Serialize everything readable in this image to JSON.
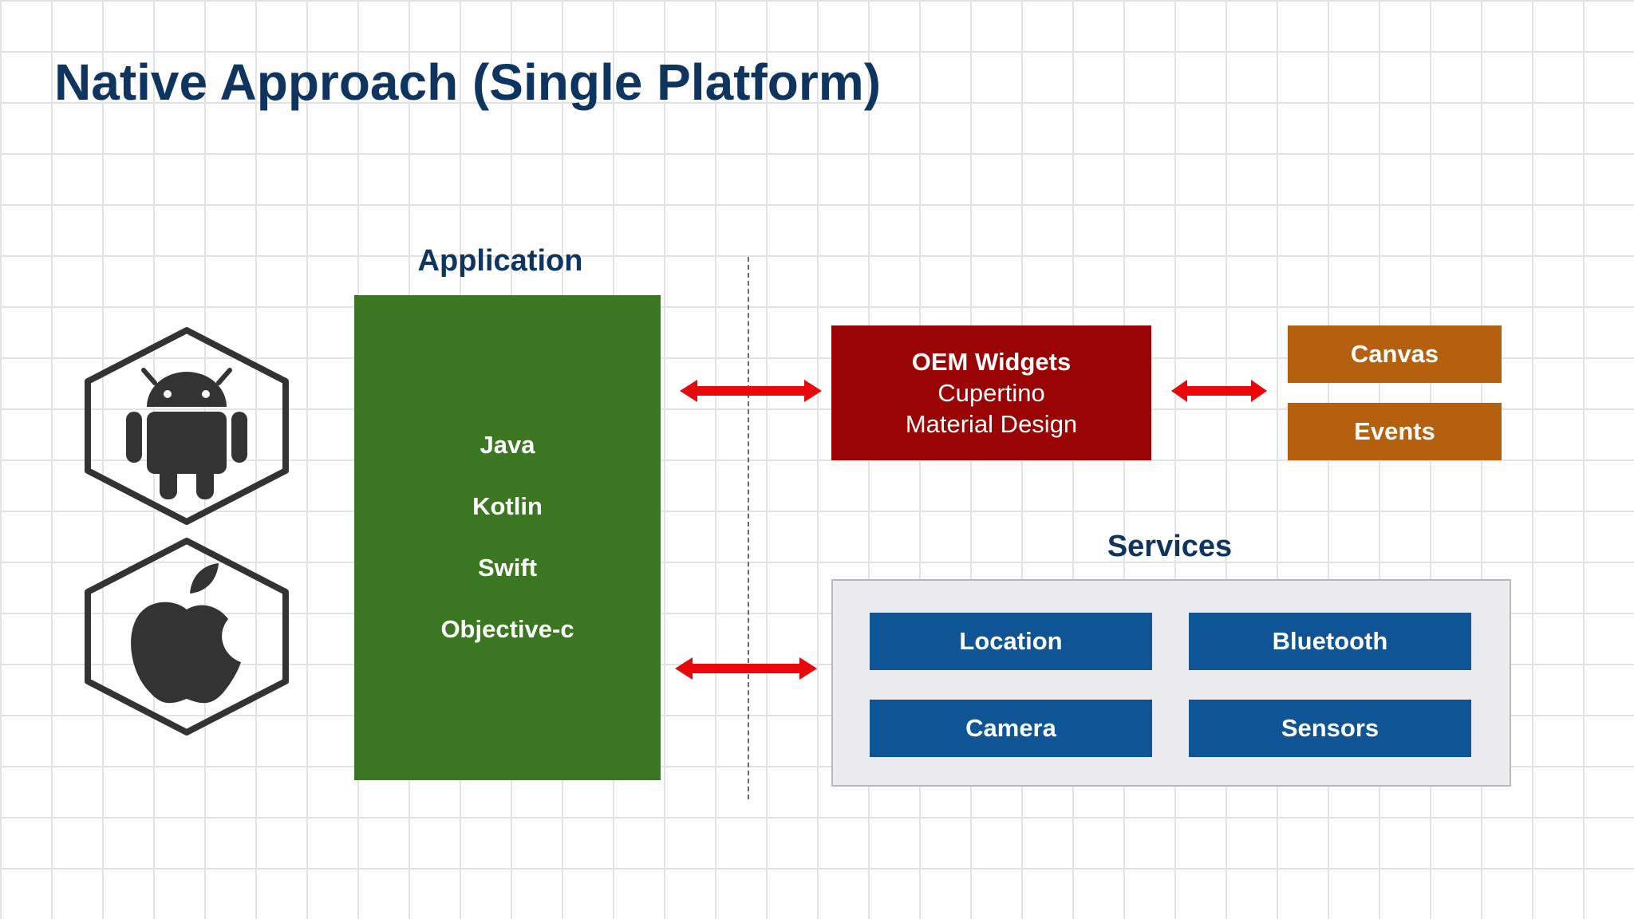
{
  "title": "Native Approach (Single Platform)",
  "application": {
    "label": "Application",
    "languages": [
      "Java",
      "Kotlin",
      "Swift",
      "Objective-c"
    ]
  },
  "widgets": {
    "heading": "OEM Widgets",
    "lines": [
      "Cupertino",
      "Material Design"
    ]
  },
  "rendering": {
    "canvas": "Canvas",
    "events": "Events"
  },
  "services": {
    "label": "Services",
    "items": [
      "Location",
      "Bluetooth",
      "Camera",
      "Sensors"
    ]
  },
  "icons": {
    "platform_top": "android-icon",
    "platform_bottom": "apple-icon",
    "arrows": "double-arrow-icon"
  },
  "colors": {
    "title": "#0e3560",
    "application": "#3b7720",
    "widgets": "#990303",
    "rendering": "#b4600e",
    "services": "#0f5495",
    "arrow": "#e8080c",
    "icon": "#333333"
  }
}
